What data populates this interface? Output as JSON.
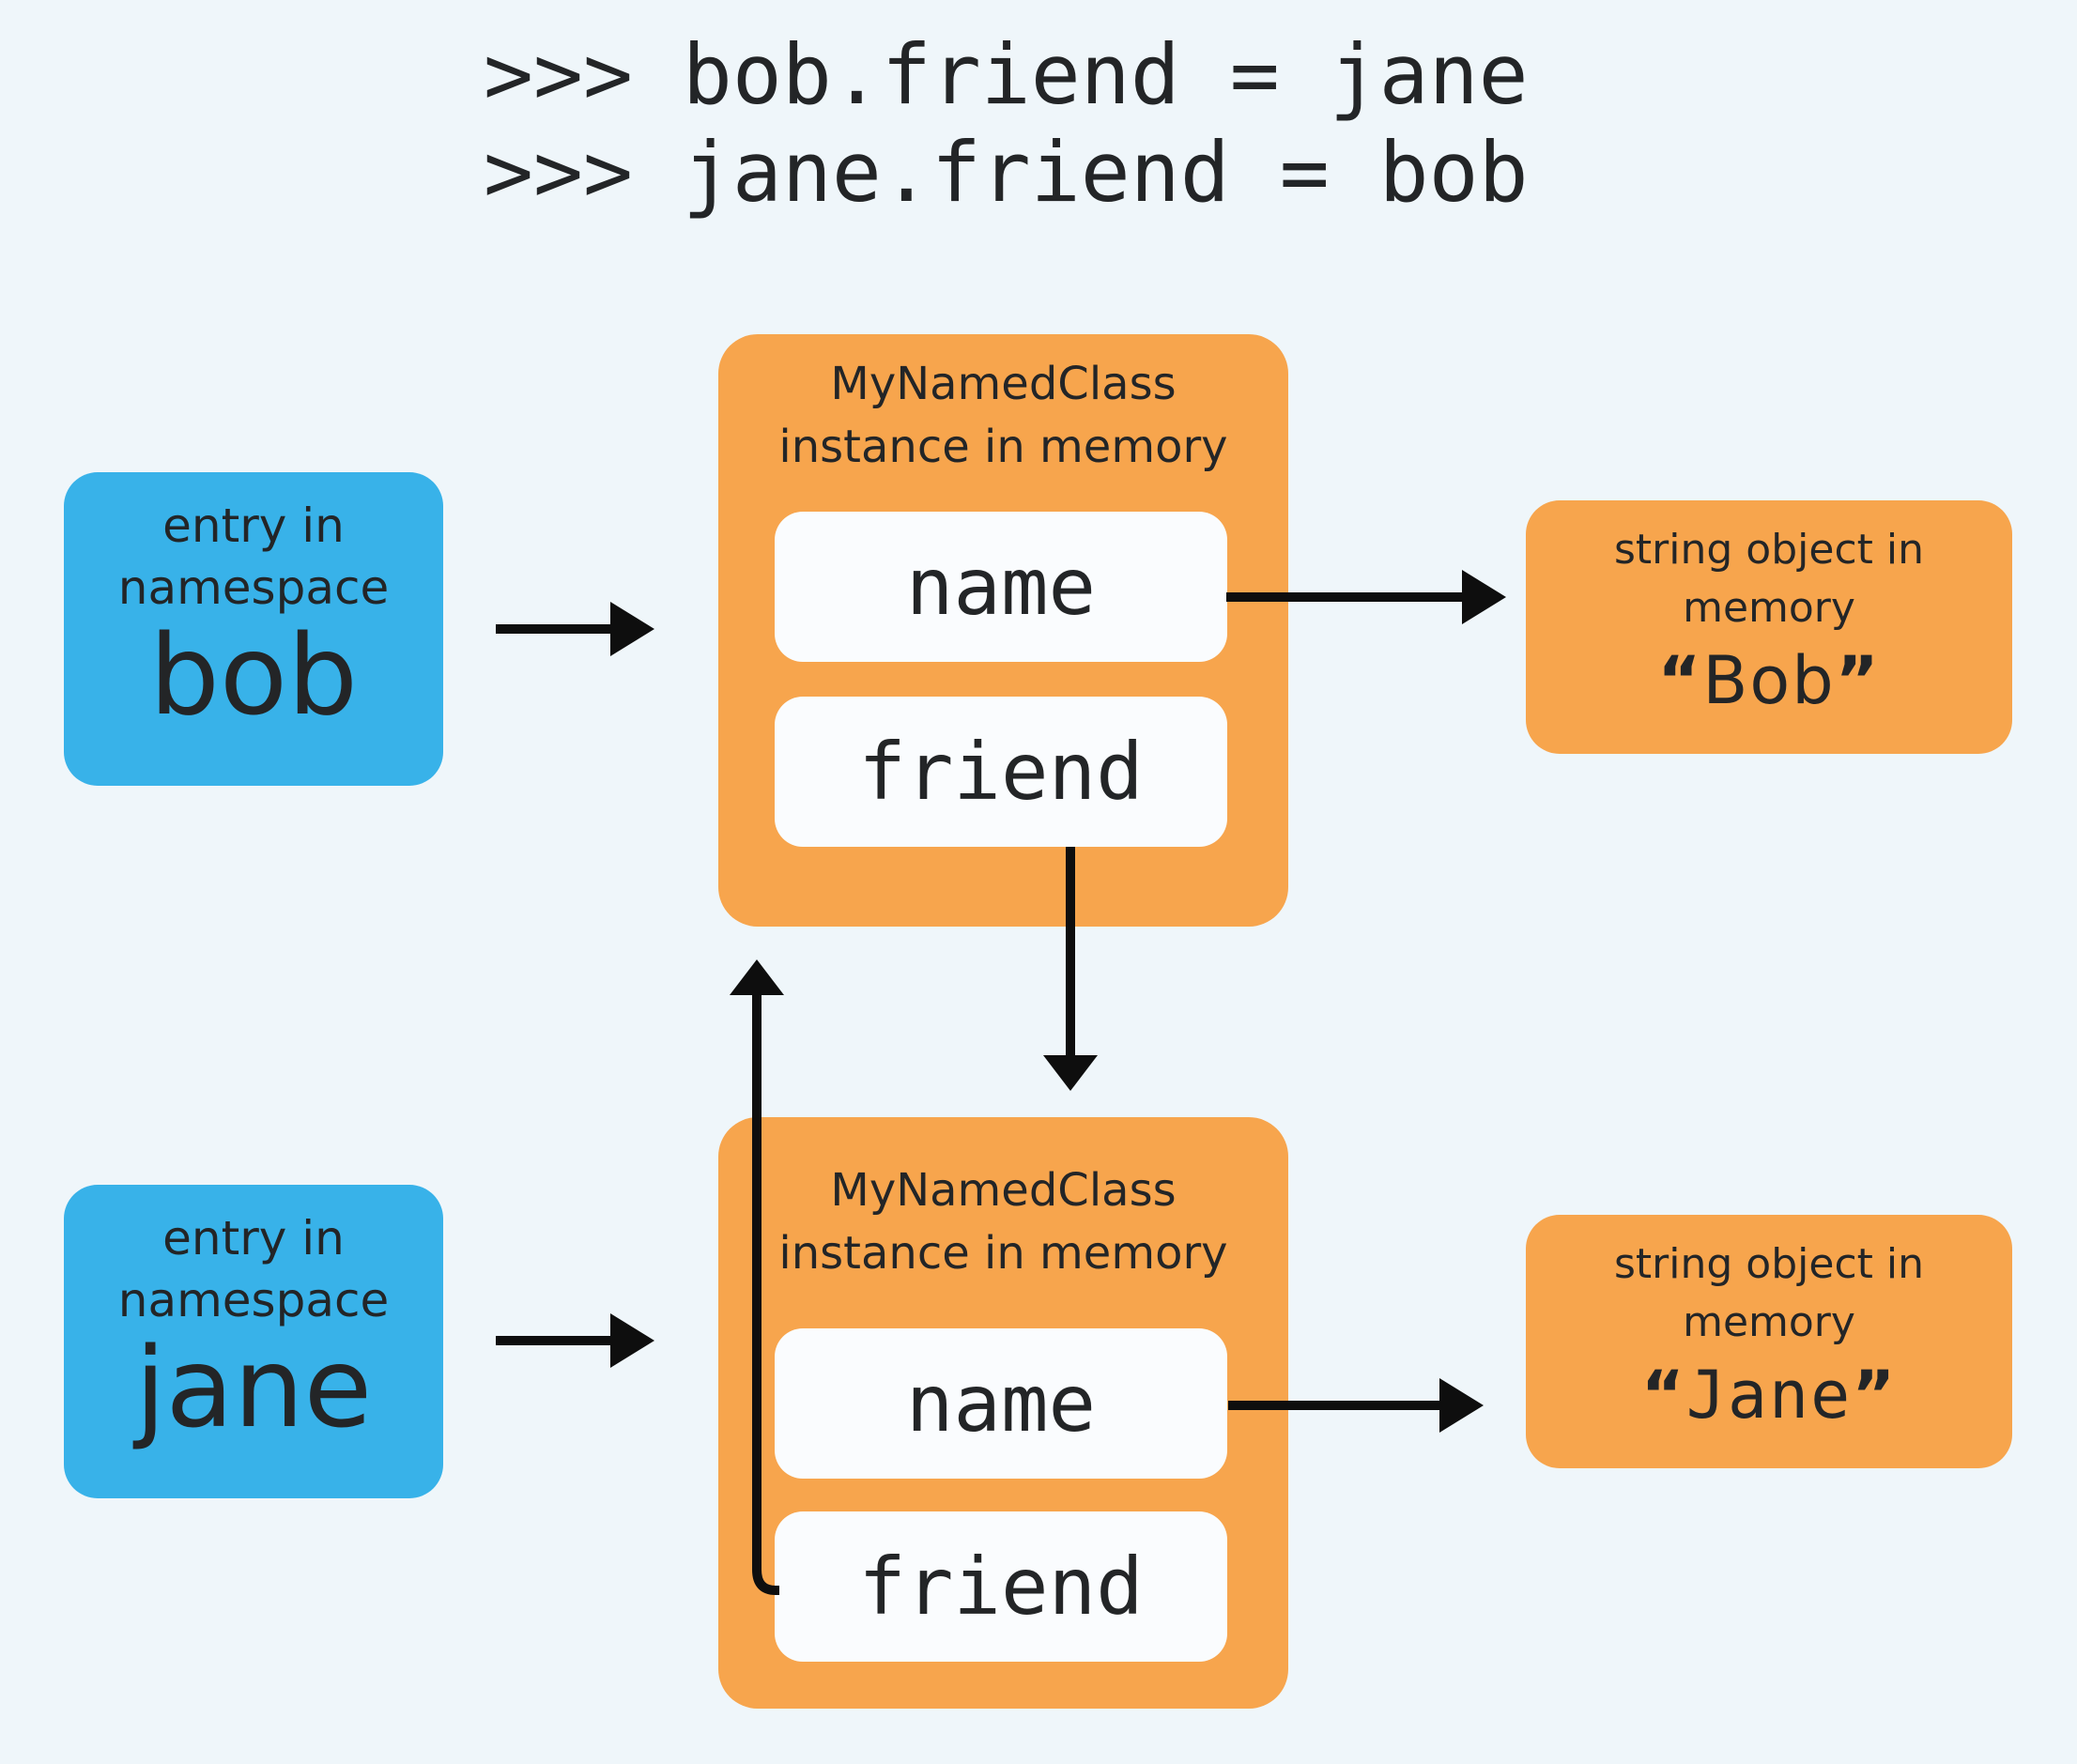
{
  "code": {
    "line1": ">>> bob.friend = jane",
    "line2": ">>> jane.friend = bob"
  },
  "namespaces": [
    {
      "label_line1": "entry in",
      "label_line2": "namespace",
      "name": "bob"
    },
    {
      "label_line1": "entry in",
      "label_line2": "namespace",
      "name": "jane"
    }
  ],
  "instances": [
    {
      "title_line1": "MyNamedClass",
      "title_line2": "instance in memory",
      "field_name": "name",
      "field_friend": "friend"
    },
    {
      "title_line1": "MyNamedClass",
      "title_line2": "instance in memory",
      "field_name": "name",
      "field_friend": "friend"
    }
  ],
  "strings": [
    {
      "label_line1": "string object in",
      "label_line2": "memory",
      "quote_open": "“",
      "value": "Bob",
      "quote_close": "”"
    },
    {
      "label_line1": "string object in",
      "label_line2": "memory",
      "quote_open": "“",
      "value": "Jane",
      "quote_close": "”"
    }
  ],
  "colors": {
    "bg": "#EFF6FA",
    "blue": "#38B2E9",
    "orange": "#F7A54D",
    "panel": "#FAFCFE",
    "text": "#232527",
    "arrow": "#0E0E0E"
  }
}
